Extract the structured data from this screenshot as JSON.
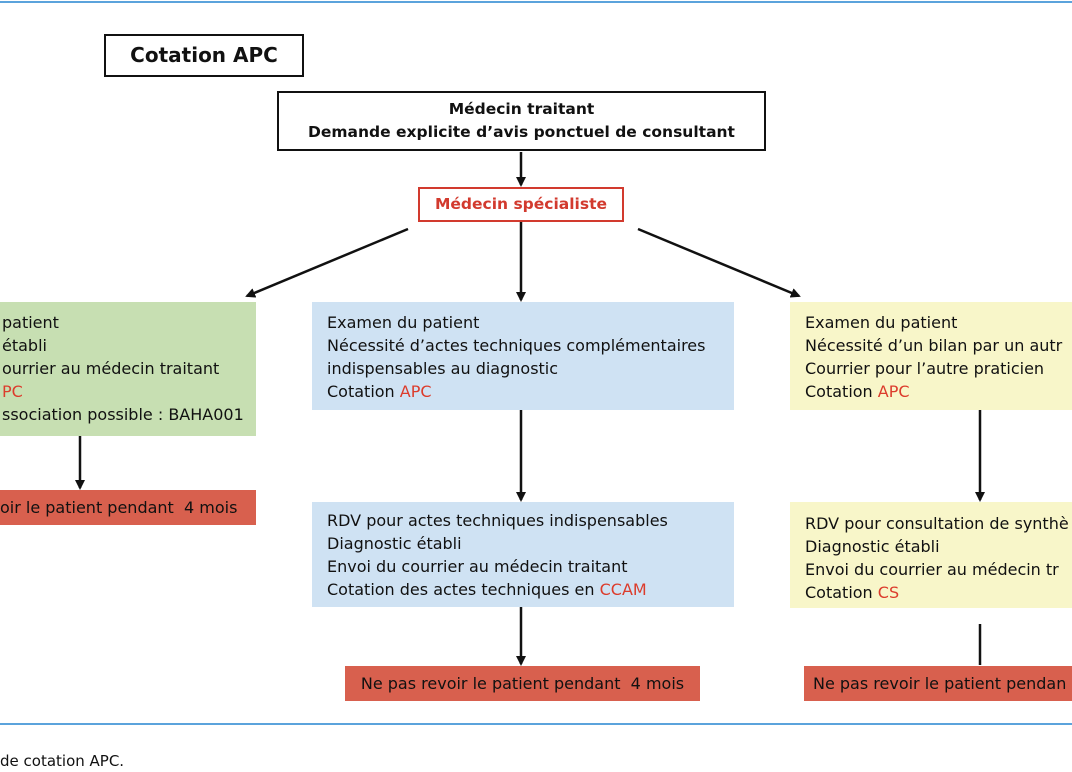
{
  "title": "Cotation APC",
  "top_box": {
    "line1": "Médecin traitant",
    "line2": "Demande explicite d’avis ponctuel de consultant"
  },
  "specialist": "Médecin spécialiste",
  "left": {
    "box": {
      "line1": "patient",
      "line2": "établi",
      "line3": "ourrier au médecin traitant",
      "cotation_code": "PC",
      "line5": "ssociation possible : BAHA001"
    },
    "outcome": "oir le patient pendant  4 mois"
  },
  "middle": {
    "box1": {
      "line1": "Examen du patient",
      "line2": "Nécessité d’actes techniques complémentaires",
      "line3": "indispensables au diagnostic",
      "cotation_prefix": "Cotation ",
      "cotation_code": "APC"
    },
    "box2": {
      "line1": "RDV pour actes techniques indispensables",
      "line2": "Diagnostic établi",
      "line3": "Envoi du courrier au médecin traitant",
      "cotation_prefix": "Cotation des actes techniques en ",
      "cotation_code": "CCAM"
    },
    "outcome": "Ne pas revoir le patient pendant  4 mois"
  },
  "right": {
    "box1": {
      "line1": "Examen du patient",
      "line2": "Nécessité d’un bilan par un autr",
      "line3": "Courrier pour l’autre praticien",
      "cotation_prefix": "Cotation ",
      "cotation_code": "APC"
    },
    "box2": {
      "line1": "RDV pour consultation de synthè",
      "line2": "Diagnostic établi",
      "line3": "Envoi du courrier au médecin tr",
      "cotation_prefix": "Cotation ",
      "cotation_code": "CS"
    },
    "outcome": "Ne pas revoir le patient pendan"
  },
  "caption": "de cotation APC.",
  "colors": {
    "rule": "#5ba3dc",
    "green_box": "#c7dfb2",
    "blue_box": "#cfe2f3",
    "yellow_box": "#f8f6c9",
    "outcome_box": "#d8604e",
    "highlight_text": "#dc3c2c",
    "specialist_border": "#d23a2e"
  }
}
